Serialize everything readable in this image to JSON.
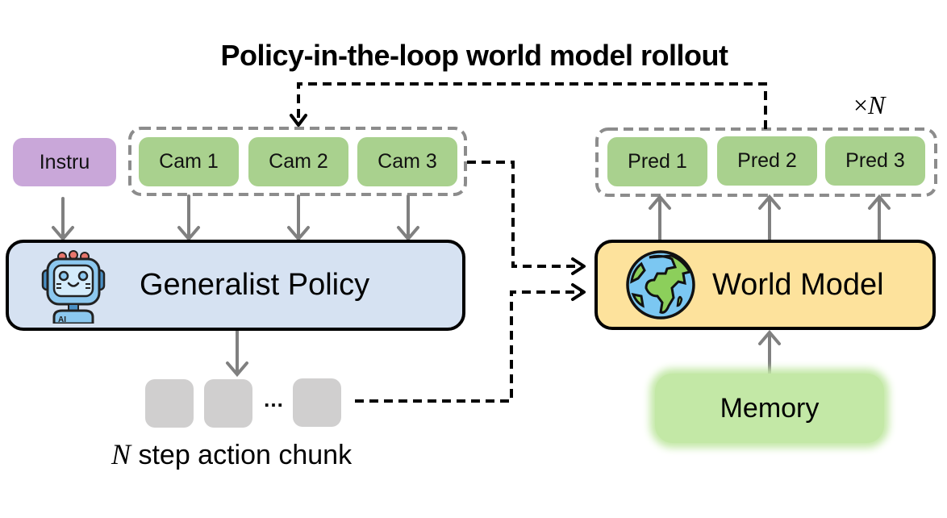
{
  "title": "Policy-in-the-loop world model rollout",
  "repeat_label": {
    "prefix": "×",
    "var": "N"
  },
  "inputs": {
    "instruction": "Instru",
    "cameras": [
      "Cam 1",
      "Cam 2",
      "Cam 3"
    ]
  },
  "policy": {
    "label": "Generalist Policy",
    "icon": "robot-ai-icon"
  },
  "world_model": {
    "label": "World Model",
    "icon": "globe-earth-icon"
  },
  "predictions": [
    "Pred 1",
    "Pred 2",
    "Pred 3"
  ],
  "memory": {
    "label": "Memory"
  },
  "action_chunk": {
    "ellipsis": "…",
    "caption_var": "N",
    "caption_text": " step action chunk"
  },
  "colors": {
    "camera_fill": "#a9d18e",
    "instruction_fill": "#c9a7d9",
    "policy_fill": "#d6e2f2",
    "world_model_fill": "#fde29c",
    "memory_fill": "#c3e8a6",
    "action_fill": "#d0cfcf",
    "solid_arrow": "#808080",
    "group_border": "#8c8c8c",
    "loop_arrow": "#000000"
  }
}
